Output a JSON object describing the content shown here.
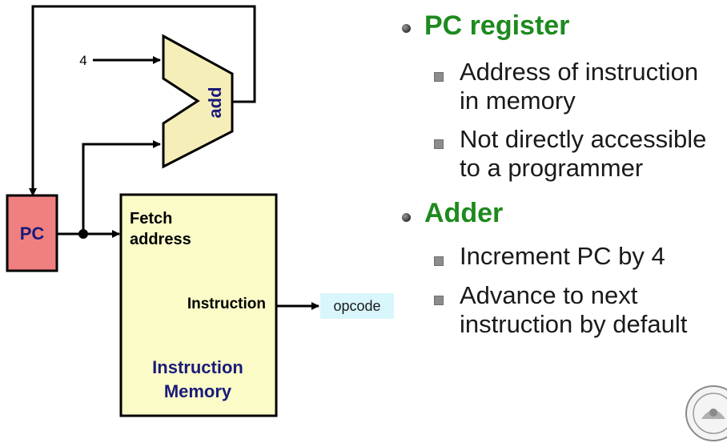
{
  "diagram": {
    "pc_label": "PC",
    "adder_label": "add",
    "constant_input": "4",
    "memory": {
      "fetch_line1": "Fetch",
      "fetch_line2": "address",
      "instruction_port": "Instruction",
      "title_line1": "Instruction",
      "title_line2": "Memory"
    },
    "output_label": "opcode"
  },
  "bullets": [
    {
      "title": "PC register",
      "items": [
        {
          "line1": "Address of instruction",
          "line2": "in memory"
        },
        {
          "line1": "Not directly accessible",
          "line2": "to a programmer"
        }
      ]
    },
    {
      "title": "Adder",
      "items": [
        {
          "line1": "Increment PC by 4",
          "line2": ""
        },
        {
          "line1": "Advance to next",
          "line2": "instruction by default"
        }
      ]
    }
  ],
  "colors": {
    "pc_fill": "#f08080",
    "memory_fill": "#fbfbc8",
    "adder_fill": "#f5eeb8",
    "opcode_fill": "#d8f6fb",
    "heading_green": "#1e8a1e",
    "label_navy": "#1a1a7a"
  }
}
